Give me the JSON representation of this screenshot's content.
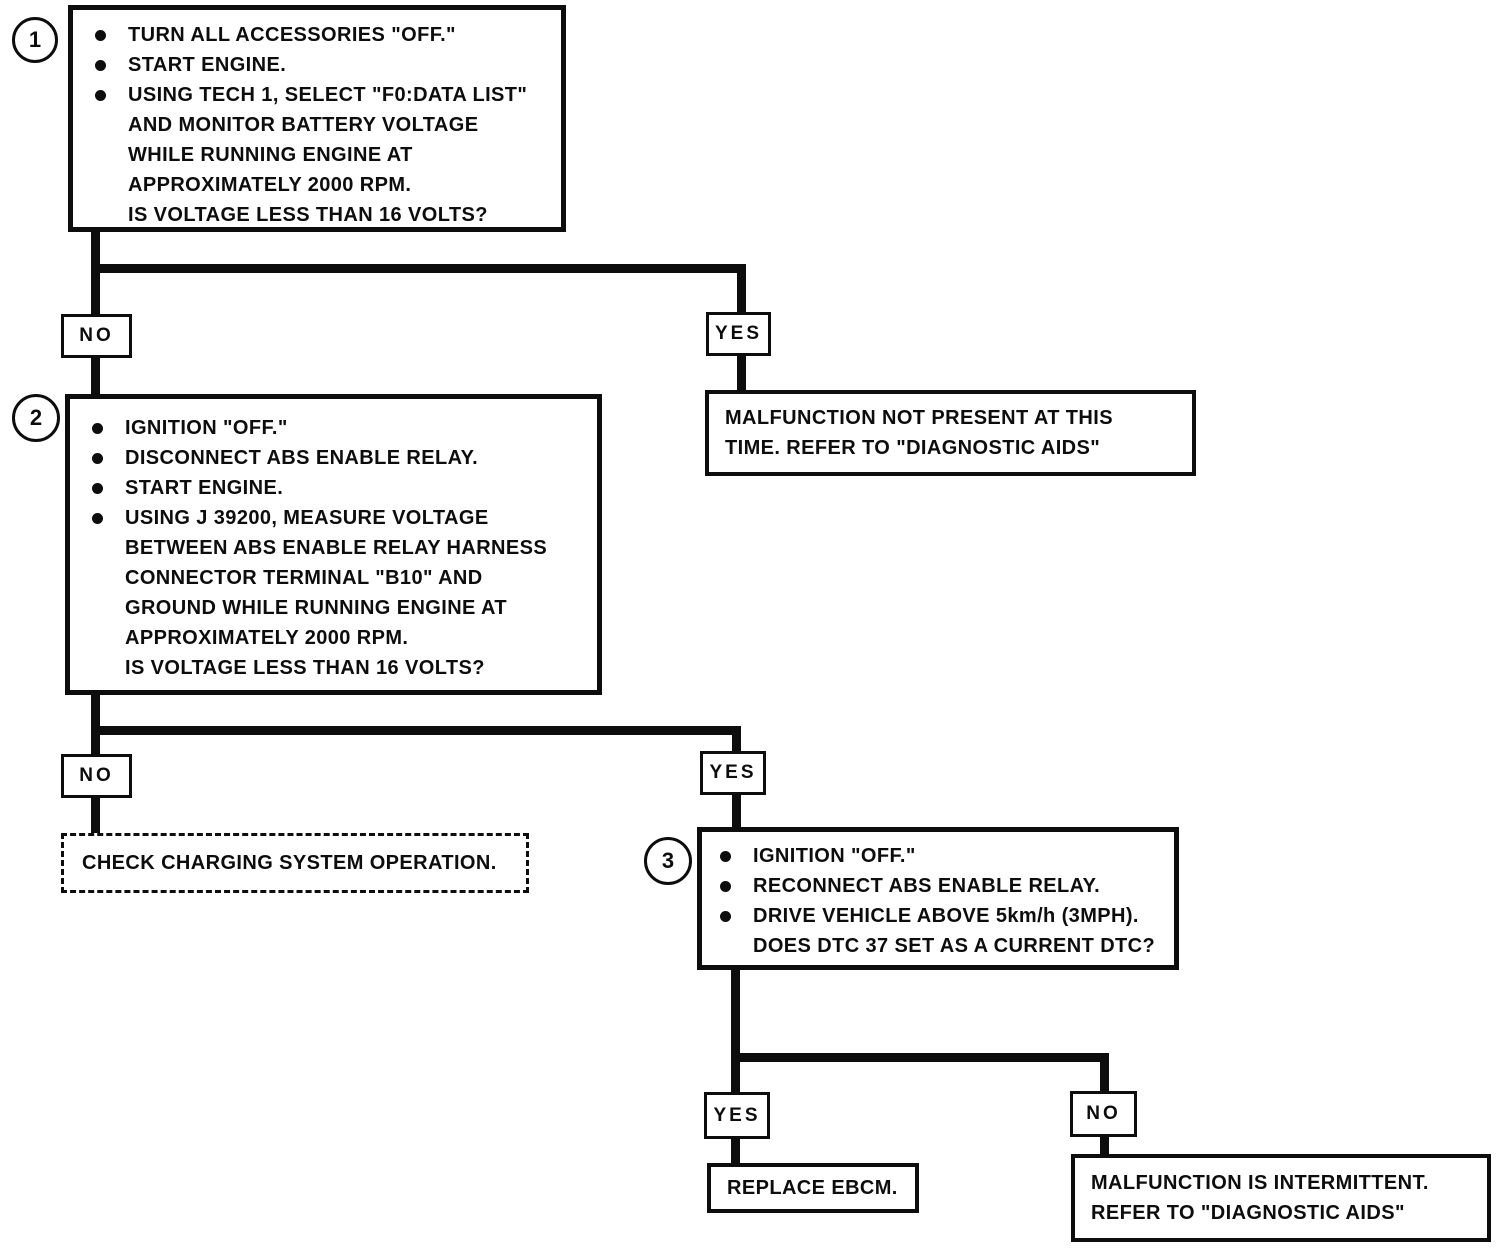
{
  "colors": {
    "ink": "#0d0d0d",
    "paper": "#ffffff"
  },
  "labels": {
    "no": "NO",
    "yes": "YES"
  },
  "nodes": {
    "step1": {
      "number": "1",
      "lines": [
        "TURN ALL ACCESSORIES \"OFF.\"",
        "START ENGINE.",
        "USING TECH 1, SELECT \"F0:DATA LIST\"",
        "AND MONITOR BATTERY VOLTAGE",
        "WHILE RUNNING ENGINE AT",
        "APPROXIMATELY 2000 RPM.",
        "IS VOLTAGE LESS THAN 16 VOLTS?"
      ]
    },
    "step2": {
      "number": "2",
      "lines": [
        "IGNITION \"OFF.\"",
        "DISCONNECT ABS ENABLE RELAY.",
        "START ENGINE.",
        "USING J 39200, MEASURE VOLTAGE",
        "BETWEEN ABS ENABLE RELAY HARNESS",
        "CONNECTOR TERMINAL \"B10\" AND",
        "GROUND WHILE RUNNING ENGINE AT",
        "APPROXIMATELY 2000 RPM.",
        "IS VOLTAGE LESS THAN 16 VOLTS?"
      ]
    },
    "step3": {
      "number": "3",
      "lines": [
        "IGNITION \"OFF.\"",
        "RECONNECT ABS ENABLE RELAY.",
        "DRIVE VEHICLE ABOVE 5km/h (3MPH).",
        "DOES DTC 37 SET AS A CURRENT DTC?"
      ]
    },
    "malfunction_not_present": {
      "lines": [
        "MALFUNCTION NOT PRESENT AT THIS",
        "TIME.  REFER TO \"DIAGNOSTIC AIDS\""
      ]
    },
    "check_charging": {
      "text": "CHECK CHARGING SYSTEM OPERATION."
    },
    "replace_ebcm": {
      "text": "REPLACE EBCM."
    },
    "malfunction_intermittent": {
      "lines": [
        "MALFUNCTION IS INTERMITTENT.",
        "REFER TO \"DIAGNOSTIC AIDS\""
      ]
    }
  }
}
